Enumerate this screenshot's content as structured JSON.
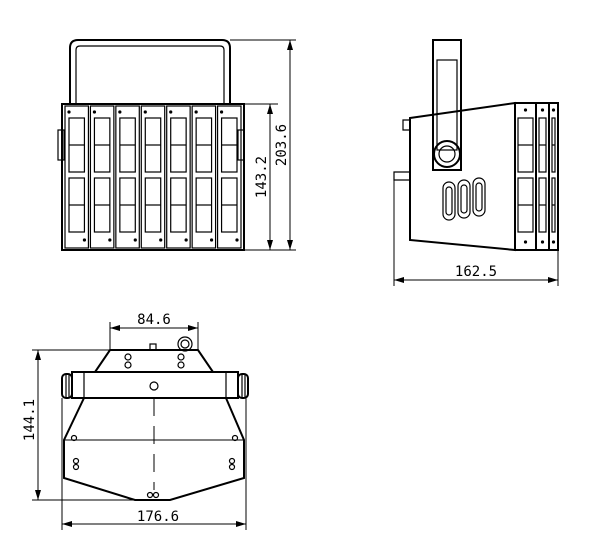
{
  "drawing": {
    "front_view": {
      "module_count": 7,
      "dimensions": {
        "height_body": "143.2",
        "height_total": "203.6"
      }
    },
    "side_view": {
      "dimensions": {
        "depth": "162.5"
      }
    },
    "top_view": {
      "dimensions": {
        "top_width": "84.6",
        "total_width": "176.6",
        "depth": "144.1"
      }
    }
  }
}
